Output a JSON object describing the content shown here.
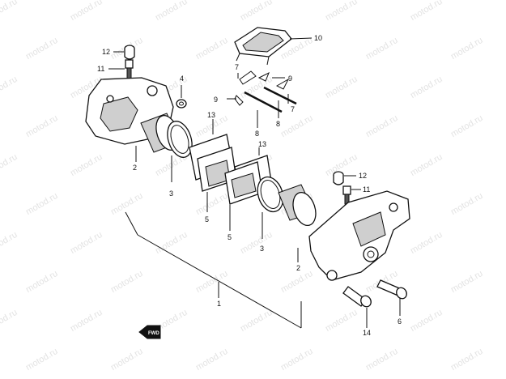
{
  "watermark": "motod.ru",
  "fwd_label": "FWD",
  "callouts": {
    "c1": "1",
    "c2a": "2",
    "c2b": "2",
    "c3a": "3",
    "c3b": "3",
    "c4": "4",
    "c5a": "5",
    "c5b": "5",
    "c6": "6",
    "c7a": "7",
    "c7b": "7",
    "c8a": "8",
    "c8b": "8",
    "c9a": "9",
    "c9b": "9",
    "c10": "10",
    "c11a": "11",
    "c11b": "11",
    "c12a": "12",
    "c12b": "12",
    "c13a": "13",
    "c13b": "13",
    "c14": "14"
  }
}
